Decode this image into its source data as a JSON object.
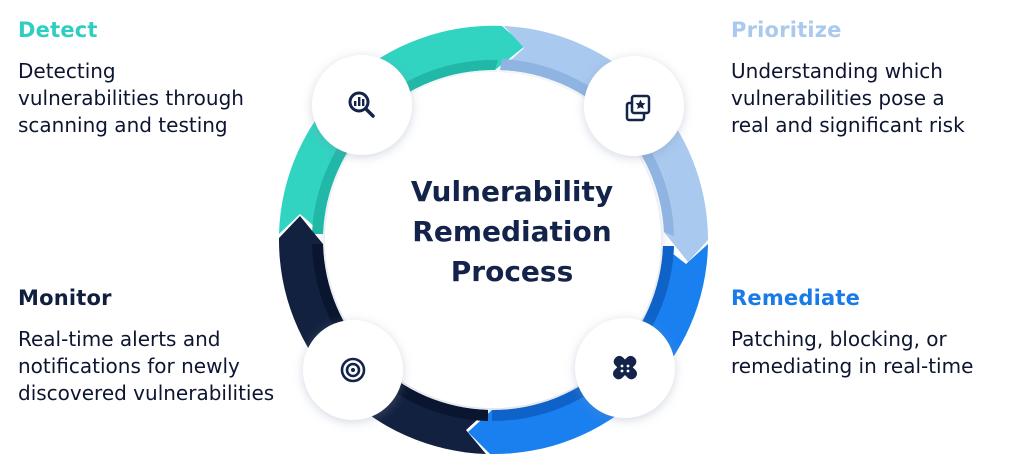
{
  "center_title": [
    "Vulnerability",
    "Remediation",
    "Process"
  ],
  "steps": [
    {
      "key": "detect",
      "title": "Detect",
      "color": "#2ecfc0",
      "lines": [
        "Detecting",
        "vulnerabilities through",
        "scanning and testing"
      ],
      "icon": "magnifier-chart-icon"
    },
    {
      "key": "prioritize",
      "title": "Prioritize",
      "color": "#a9c9ee",
      "lines": [
        "Understanding which",
        "vulnerabilities pose a",
        "real and significant risk"
      ],
      "icon": "star-cards-icon"
    },
    {
      "key": "remediate",
      "title": "Remediate",
      "color": "#1a7be8",
      "lines": [
        "Patching, blocking, or",
        "remediating in real-time"
      ],
      "icon": "bandage-icon"
    },
    {
      "key": "monitor",
      "title": "Monitor",
      "color": "#0f1f3d",
      "lines": [
        "Real-time alerts and",
        "notifications for newly",
        "discovered vulnerabilities"
      ],
      "icon": "target-icon"
    }
  ]
}
